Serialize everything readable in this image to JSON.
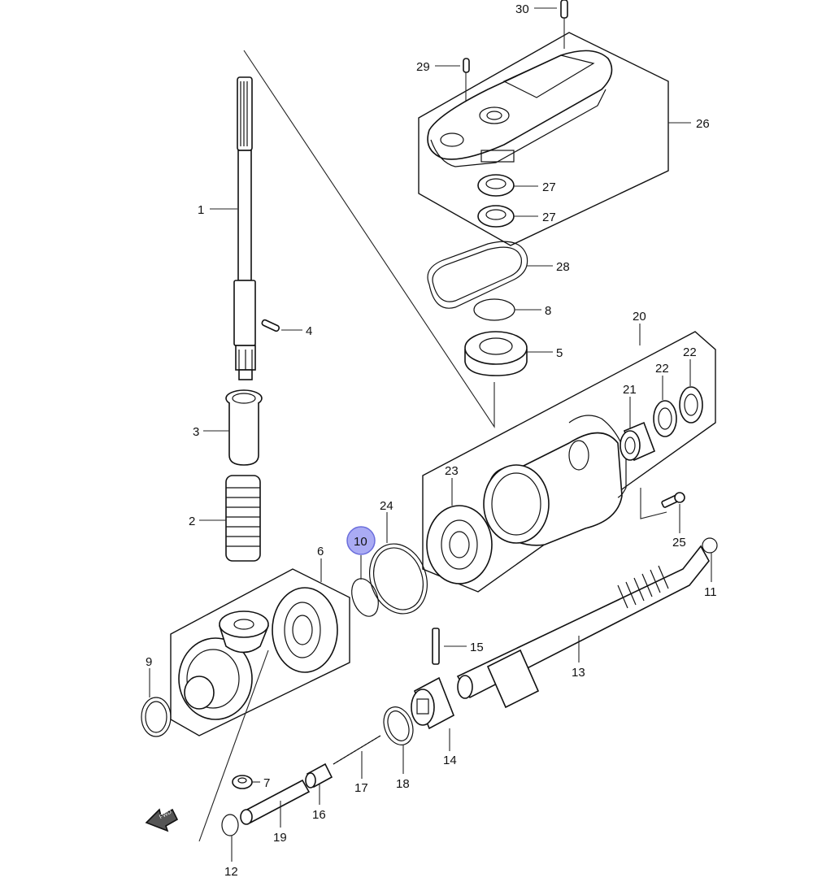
{
  "highlight_color": "#8d8ff0",
  "highlighted_part": "10",
  "callouts": {
    "p1": "1",
    "p2": "2",
    "p3": "3",
    "p4": "4",
    "p5": "5",
    "p6": "6",
    "p7": "7",
    "p8": "8",
    "p9": "9",
    "p10": "10",
    "p11": "11",
    "p12": "12",
    "p13": "13",
    "p14": "14",
    "p15": "15",
    "p16": "16",
    "p17": "17",
    "p18": "18",
    "p19": "19",
    "p20": "20",
    "p21": "21",
    "p22a": "22",
    "p22b": "22",
    "p23": "23",
    "p24": "24",
    "p25": "25",
    "p26": "26",
    "p27a": "27",
    "p27b": "27",
    "p28": "28",
    "p29": "29",
    "p30": "30"
  },
  "fwd_arrow_text": "FWD"
}
